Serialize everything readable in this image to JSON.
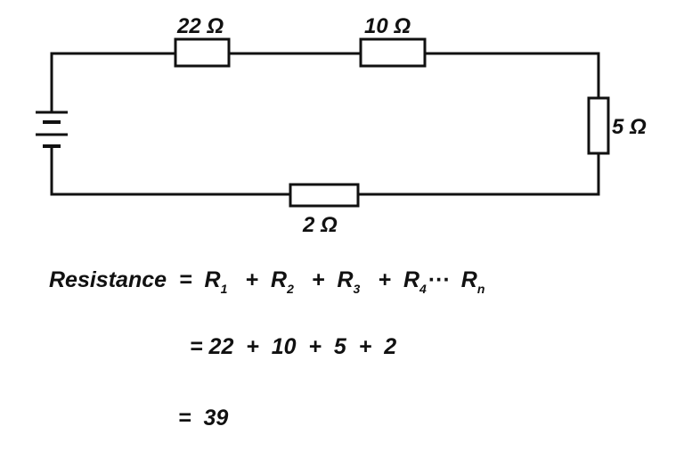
{
  "circuit": {
    "resistors": [
      {
        "id": "r22",
        "label": "22 Ω"
      },
      {
        "id": "r10",
        "label": "10 Ω"
      },
      {
        "id": "r5",
        "label": "5 Ω"
      },
      {
        "id": "r2",
        "label": "2 Ω"
      }
    ]
  },
  "formula": {
    "line1": {
      "lhs": "Resistance",
      "eq": "=",
      "terms": [
        {
          "sym": "R",
          "sub": "1"
        },
        {
          "sym": "R",
          "sub": "2"
        },
        {
          "sym": "R",
          "sub": "3"
        },
        {
          "sym": "R",
          "sub": "4"
        }
      ],
      "plus": "+",
      "ellipsis": "···",
      "last": {
        "sym": "R",
        "sub": "n"
      }
    },
    "line2": "= 22  +  10  +  5  +  2",
    "line3": "=  39"
  }
}
